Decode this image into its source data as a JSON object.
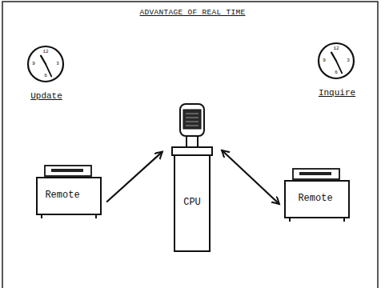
{
  "diagram": {
    "title": "ADVANTAGE OF REAL TIME",
    "nodes": [
      {
        "text": [
          "Update"
        ]
      },
      {
        "text": [
          "Inquire"
        ]
      },
      {
        "text": [
          "CPU"
        ]
      },
      {
        "text": [
          "Remote"
        ]
      },
      {
        "text": [
          "Remote"
        ]
      }
    ],
    "edges": [
      {
        "from": 3,
        "to": 2,
        "arrow": "to"
      },
      {
        "from": 2,
        "to": 4,
        "arrow": "both"
      }
    ],
    "labels": [
      "12",
      "3",
      "6",
      "9",
      "12",
      "3",
      "6",
      "9"
    ]
  }
}
